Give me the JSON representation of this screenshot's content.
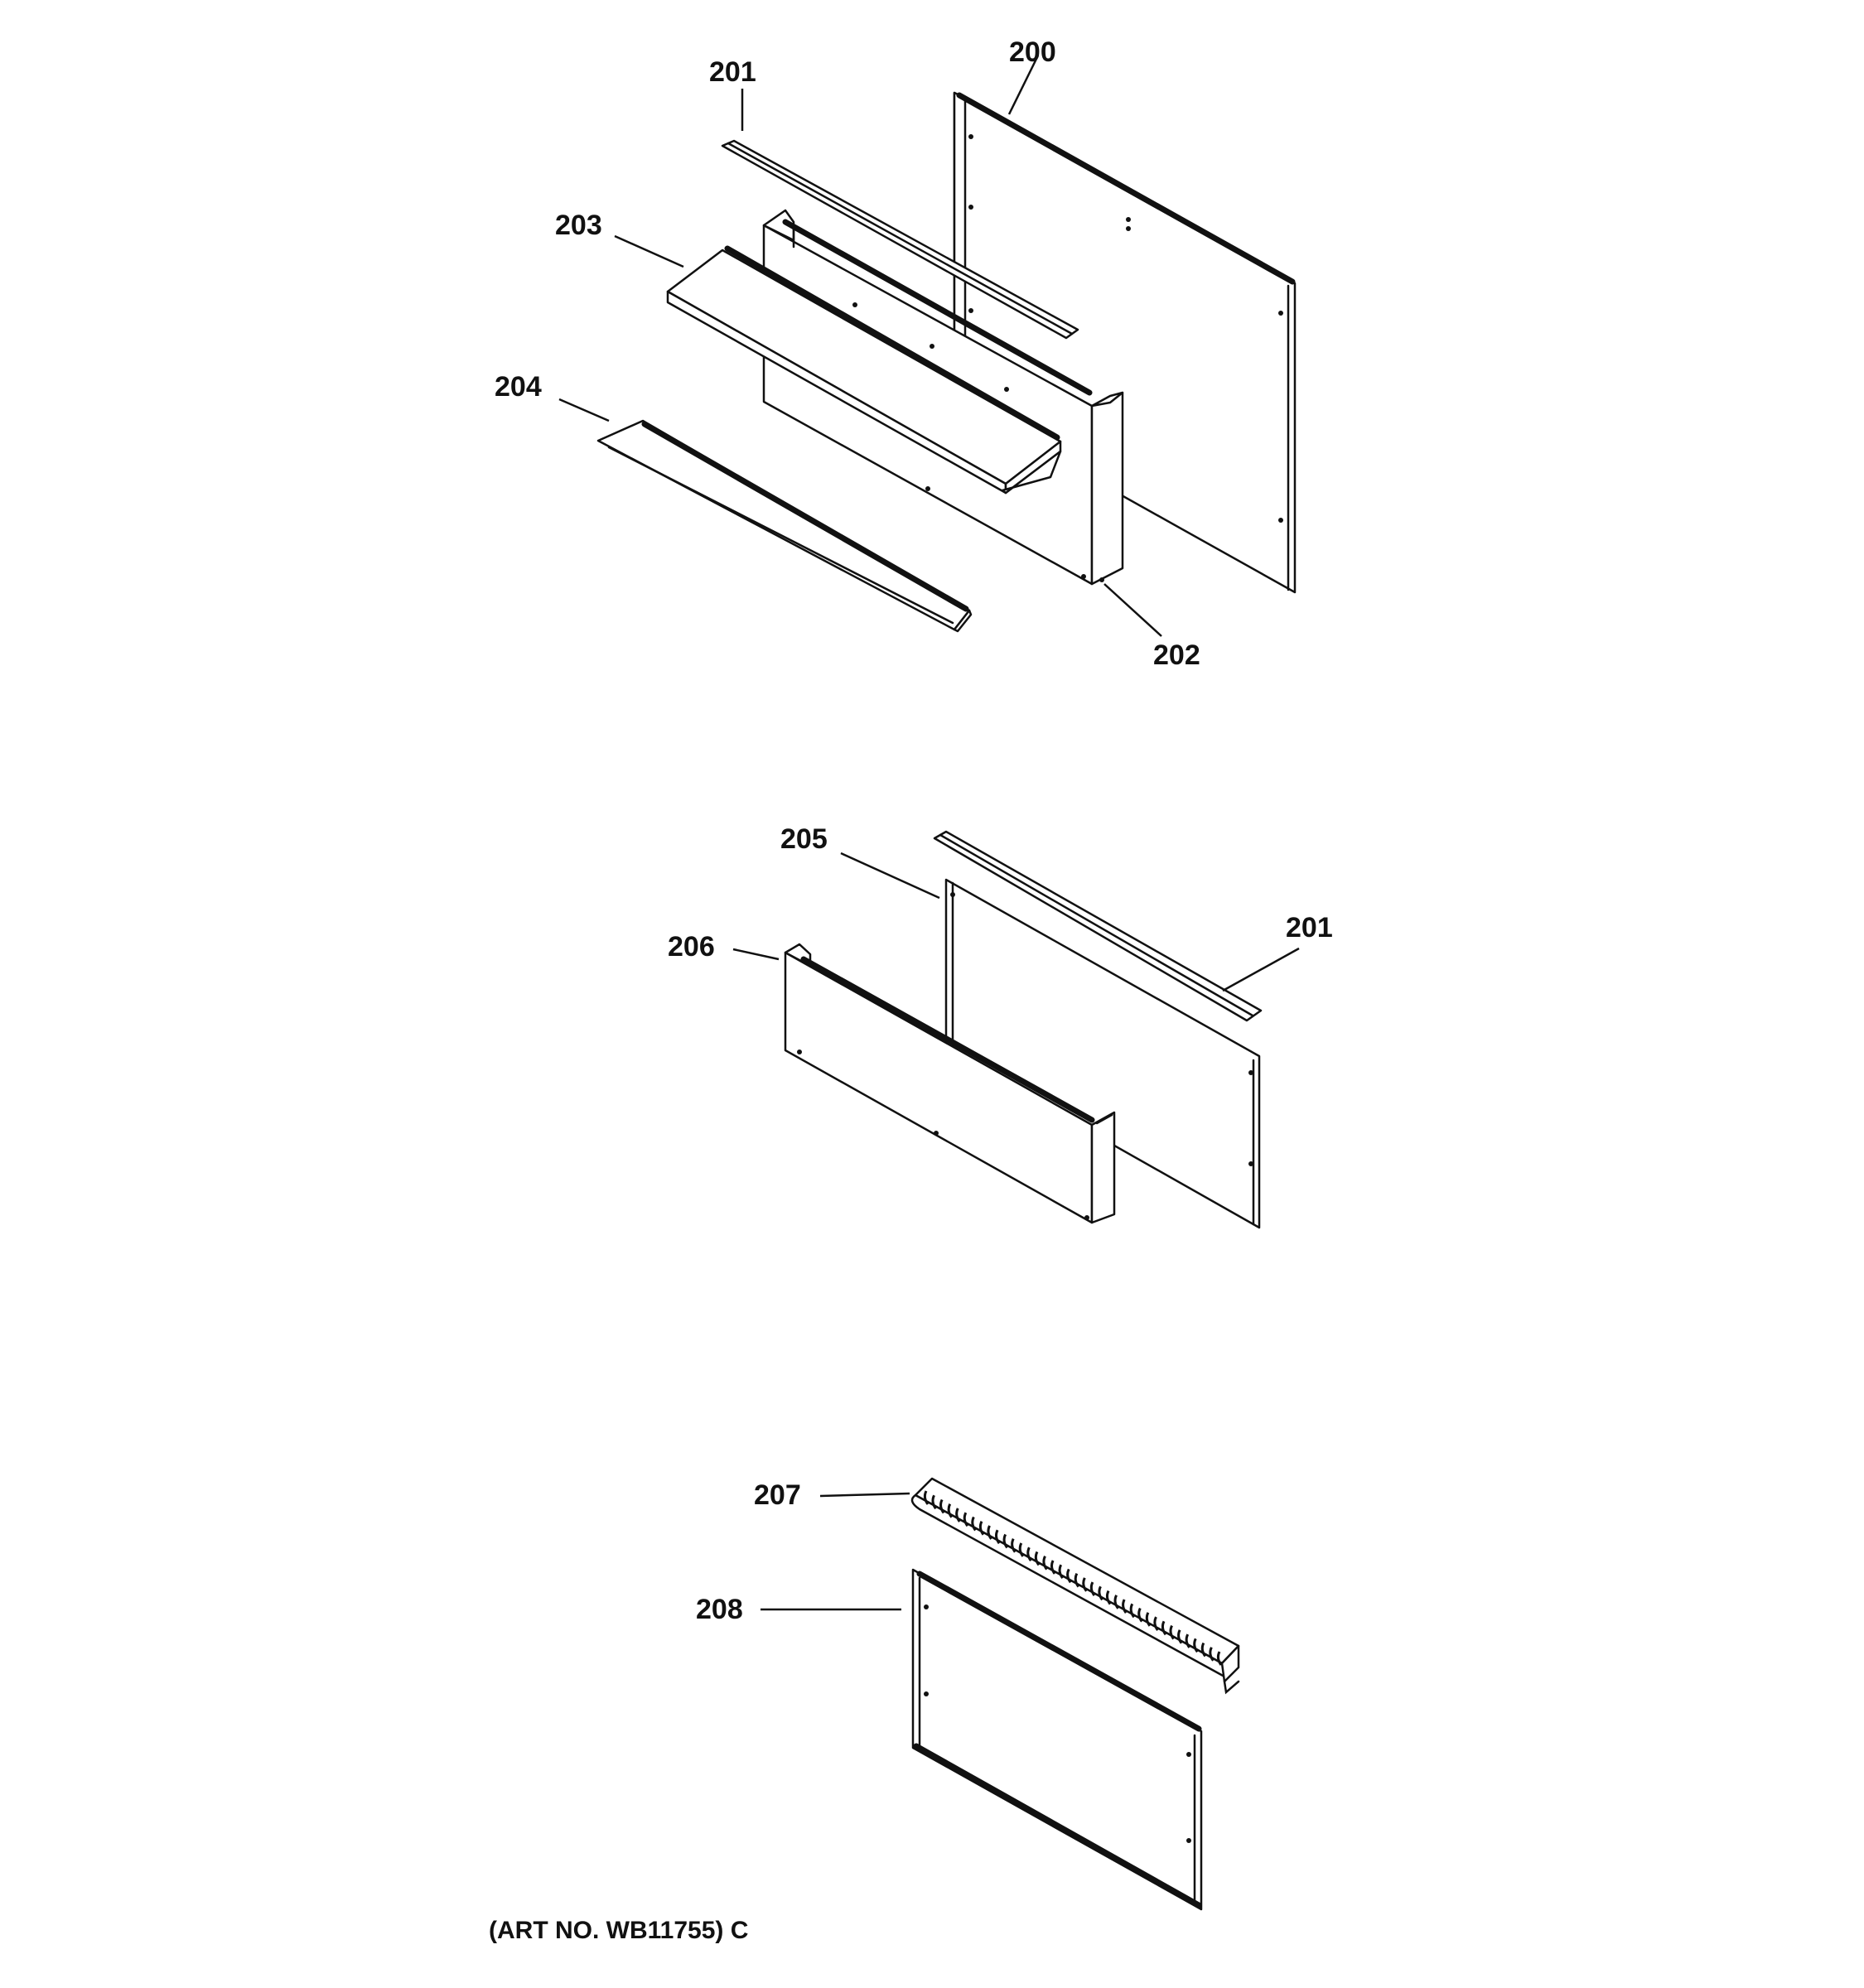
{
  "callouts": {
    "c200": "200",
    "c201_top": "201",
    "c202": "202",
    "c203": "203",
    "c204": "204",
    "c205": "205",
    "c206": "206",
    "c201_mid": "201",
    "c207": "207",
    "c208": "208"
  },
  "art_number": "(ART NO. WB11755) C"
}
